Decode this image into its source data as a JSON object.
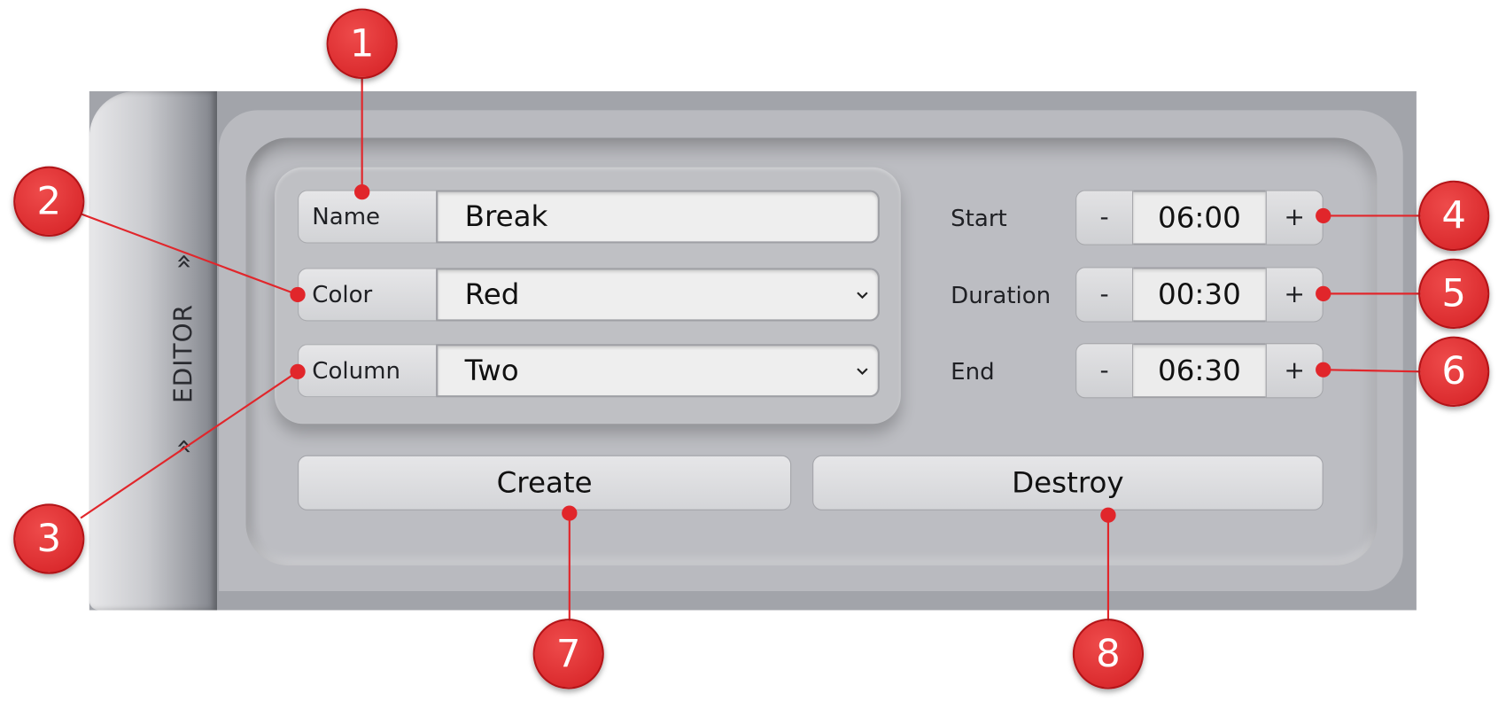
{
  "editor_tab": {
    "label": "EDITOR",
    "chevron": "»"
  },
  "form": {
    "name": {
      "label": "Name",
      "value": "Break"
    },
    "color": {
      "label": "Color",
      "value": "Red"
    },
    "column": {
      "label": "Column",
      "value": "Two"
    }
  },
  "time": {
    "start": {
      "label": "Start",
      "value": "06:00",
      "minus": "-",
      "plus": "+"
    },
    "duration": {
      "label": "Duration",
      "value": "00:30",
      "minus": "-",
      "plus": "+"
    },
    "end": {
      "label": "End",
      "value": "06:30",
      "minus": "-",
      "plus": "+"
    }
  },
  "actions": {
    "create_label": "Create",
    "destroy_label": "Destroy"
  },
  "annotations": [
    "1",
    "2",
    "3",
    "4",
    "5",
    "6",
    "7",
    "8"
  ],
  "colors": {
    "marker": "#e1262b",
    "panel": "#a2a4aa",
    "plate": "#b9babf"
  },
  "icons": {
    "dropdown": "chevron-down-icon"
  }
}
